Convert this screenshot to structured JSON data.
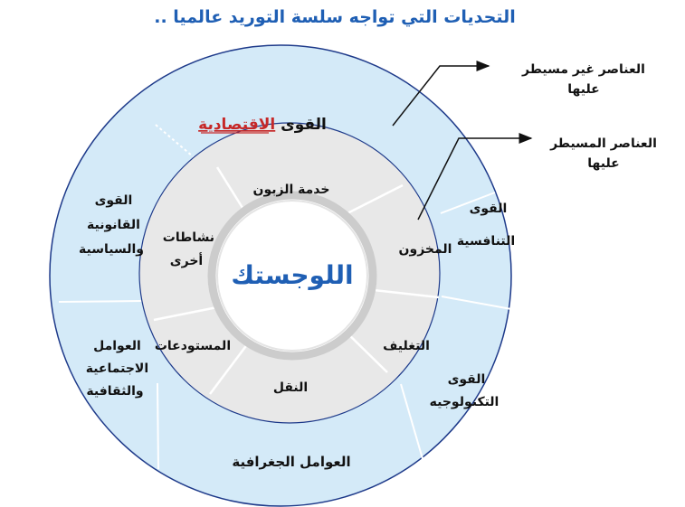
{
  "header": {
    "title": "التحديات التي تواجه سلسة التوريد عالميا .."
  },
  "outer_ring": {
    "economic": {
      "line1": "القوى",
      "highlight": "الاقتصادية"
    },
    "competitive": [
      "القوى",
      "التنافسية"
    ],
    "technological": [
      "القوى",
      "التكنولوجيه"
    ],
    "geographic": [
      "العوامل الجغرافية"
    ],
    "social": [
      "العوامل",
      "الاجتماعية",
      "والثقافية"
    ],
    "legal": [
      "القوى",
      "القانونية",
      "والسياسية"
    ]
  },
  "inner_ring": {
    "customer_service": [
      "خدمة الزبون"
    ],
    "warehouse": [
      "المخزون"
    ],
    "packaging": [
      "التغليف"
    ],
    "transport": [
      "النقل"
    ],
    "depots": [
      "المستودعات"
    ],
    "other": [
      "نشاطات",
      "أخرى"
    ]
  },
  "center": {
    "label": "اللوجستك"
  },
  "annotations": {
    "uncontrolled": [
      "العناصر غير مسيطر",
      "عليها"
    ],
    "controlled": [
      "العناصر المسيطر",
      "عليها"
    ]
  },
  "colors": {
    "outer_fill": "#d4eaf8",
    "inner_fill": "#e8e8e8",
    "ring_border": "#1e3a8a",
    "divider": "#ffffff",
    "title": "#1f5fb4",
    "center_text": "#1f5fb4",
    "highlight_text": "#c62828"
  }
}
